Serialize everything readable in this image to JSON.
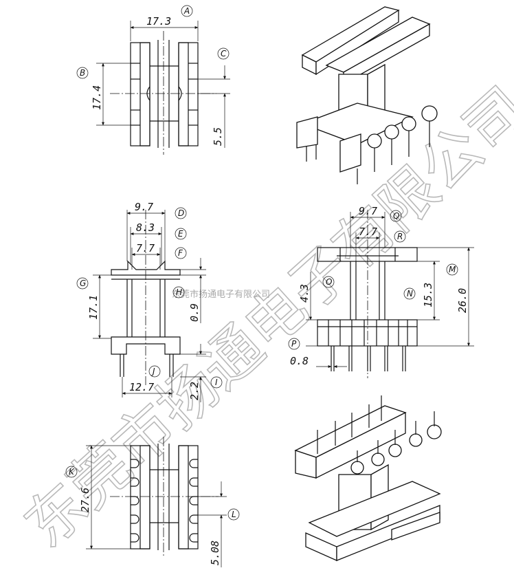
{
  "dimensions": {
    "A": "17.3",
    "B": "17.4",
    "C": "5.5",
    "D": "9.7",
    "E": "8.3",
    "F": "7.7",
    "G": "17.1",
    "H": "0.9",
    "I": "2.2",
    "J": "12.7",
    "Q": "9.7",
    "R": "7.7",
    "O": "4.3",
    "N": "15.3",
    "M": "26.0",
    "P": "0.8",
    "K": "27.6",
    "L": "5.08"
  },
  "labels": [
    "A",
    "B",
    "C",
    "D",
    "E",
    "F",
    "G",
    "H",
    "I",
    "J",
    "K",
    "L",
    "M",
    "N",
    "O",
    "P",
    "Q",
    "R"
  ],
  "watermark": {
    "large": "东莞市扬通电子有限公司",
    "small": "东莞市扬通电子有限公司"
  }
}
